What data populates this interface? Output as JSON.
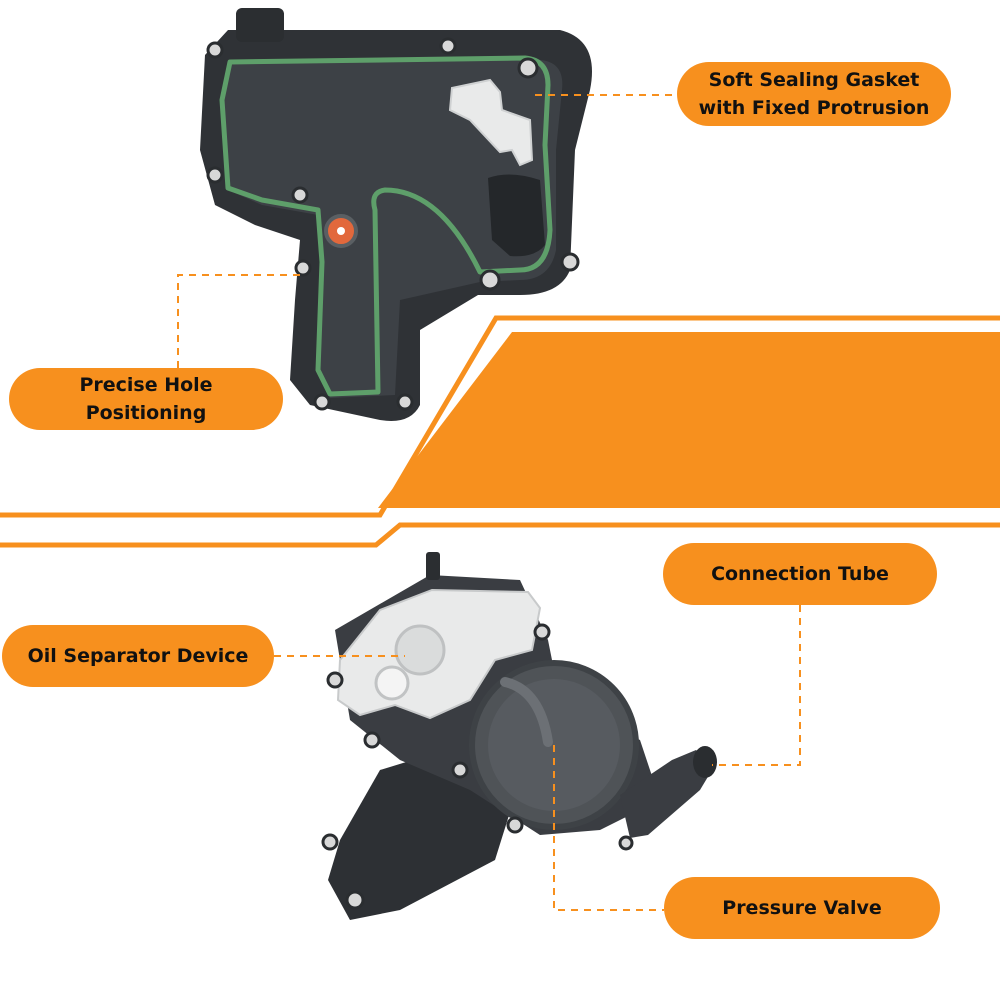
{
  "callouts": {
    "gasket": {
      "line1": "Soft Sealing Gasket",
      "line2": "with Fixed Protrusion"
    },
    "hole": {
      "label": "Precise Hole Positioning"
    },
    "tube": {
      "label": "Connection Tube"
    },
    "oil_separator": {
      "label": "Oil Separator Device"
    },
    "pressure_valve": {
      "label": "Pressure Valve"
    }
  },
  "colors": {
    "accent": "#f7901e",
    "part_body": "#3a3d42",
    "gasket_green": "#5e9f6a",
    "separator_white": "#e9eaea",
    "port_orange": "#e2683c"
  },
  "icons": {
    "top_part": "engine-cover-gasket-icon",
    "bottom_part": "oil-separator-pcv-icon"
  }
}
